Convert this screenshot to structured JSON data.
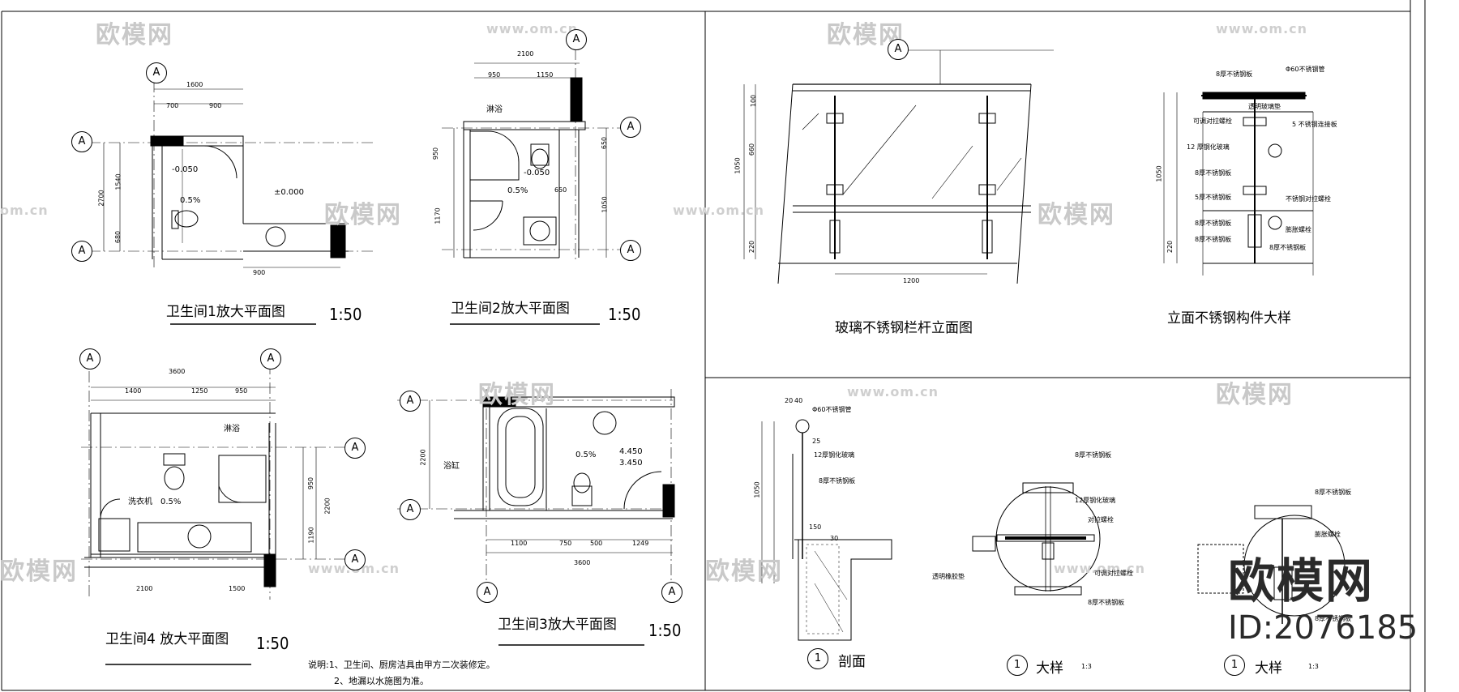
{
  "watermarks": {
    "brand": "欧模网",
    "url": "www.om.cn",
    "url_partial": "om.cn",
    "brand_partial": "欧模网"
  },
  "logo": {
    "brand": "欧模网",
    "id": "ID:2076185"
  },
  "plans": {
    "bath1": {
      "title": "卫生间1放大平面图",
      "scale": "1:50",
      "dims": [
        "1600",
        "700",
        "900",
        "2700",
        "1540",
        "680",
        "900"
      ],
      "labels": [
        "-0.050",
        "0.5%",
        "±0.000"
      ]
    },
    "bath2": {
      "title": "卫生间2放大平面图",
      "scale": "1:50",
      "dims": [
        "2100",
        "950",
        "1150",
        "950",
        "1170",
        "650",
        "1050",
        "650"
      ],
      "labels": [
        "淋浴",
        "-0.050",
        "0.5%"
      ]
    },
    "bath4": {
      "title": "卫生间4 放大平面图",
      "scale": "1:50",
      "dims": [
        "3600",
        "1400",
        "1250",
        "950",
        "950",
        "2200",
        "1190",
        "2100",
        "1500"
      ],
      "labels": [
        "淋浴",
        "洗衣机",
        "0.5%"
      ]
    },
    "bath3": {
      "title": "卫生间3放大平面图",
      "scale": "1:50",
      "dims": [
        "2200",
        "1100",
        "750",
        "500",
        "1249",
        "3600"
      ],
      "labels": [
        "浴缸",
        "0.5%",
        "4.450",
        "3.450"
      ]
    }
  },
  "railing": {
    "title": "玻璃不锈钢栏杆立面图",
    "dims": [
      "1050",
      "660",
      "1200",
      "220",
      "100"
    ]
  },
  "detail_elev": {
    "title": "立面不锈钢构件大样",
    "callouts": [
      "8厚不锈钢板",
      "Φ60不锈钢管",
      "透明玻璃垫",
      "可调对拉螺栓",
      "5 不锈钢连接板",
      "12 厚钢化玻璃",
      "8厚不锈钢板",
      "5厚不锈钢板",
      "不锈钢对拉螺栓",
      "8厚不锈钢板",
      "膨胀螺栓",
      "8厚不锈钢板",
      "8厚不锈钢板"
    ],
    "dims": [
      "1050",
      "220"
    ]
  },
  "section": {
    "title": "剖面",
    "num": "1",
    "callouts": [
      "Φ60不锈钢管",
      "12厚钢化玻璃",
      "8厚不锈钢板"
    ],
    "dims": [
      "1050",
      "20",
      "40",
      "25",
      "150",
      "30"
    ]
  },
  "detail1": {
    "title": "大样",
    "num": "1",
    "scale": "1:3",
    "callouts": [
      "8厚不锈钢板",
      "12厚钢化玻璃",
      "对拉螺栓",
      "透明橡胶垫",
      "可调对拉螺栓",
      "8厚不锈钢板"
    ]
  },
  "detail2": {
    "title": "大样",
    "num": "1",
    "scale": "1:3",
    "callouts": [
      "8厚不锈钢板",
      "膨胀螺栓",
      "8厚不锈钢板"
    ]
  },
  "notes": {
    "line1": "说明:1、卫生间、厨房洁具由甲方二次装修定。",
    "line2": "2、地漏以水施图为准。"
  },
  "axis": {
    "label": "A"
  }
}
